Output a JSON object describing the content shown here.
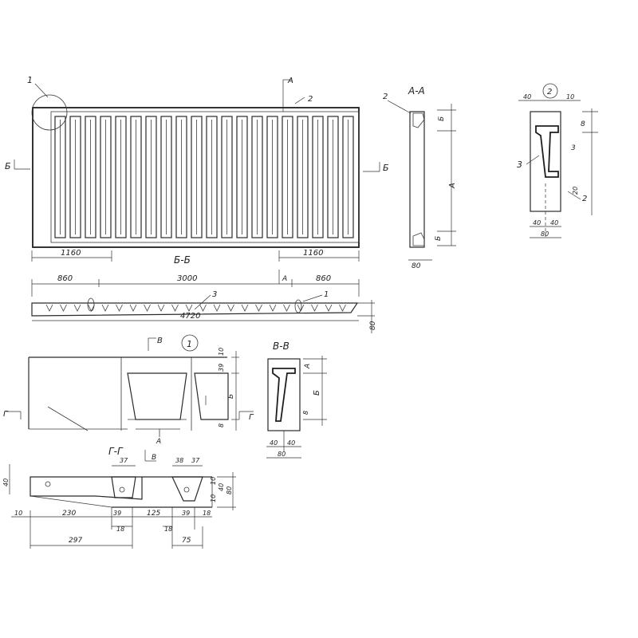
{
  "views": {
    "plan": {
      "dim_left": "1160",
      "dim_right": "1160",
      "section_title": "Б-Б",
      "cut_a": "А",
      "cut_b_left": "Б",
      "cut_b_right": "Б",
      "callout_1": "1",
      "callout_2": "2"
    },
    "section_aa": {
      "title": "А-А",
      "label_2": "2",
      "dim_top": "Б",
      "dim_mid": "А",
      "dim_bottom": "Б",
      "dim_width": "80"
    },
    "detail_2": {
      "title": "2",
      "dim_top_left": "40",
      "dim_top_right": "10",
      "dim_8": "8",
      "dim_3": "3",
      "dim_20": "20",
      "label_3": "3",
      "label_2": "2",
      "dim_40a": "40",
      "dim_40b": "40",
      "dim_80": "80"
    },
    "section_bb": {
      "dim_860_left": "860",
      "dim_3000": "3000",
      "dim_860_right": "860",
      "dim_4720": "4720",
      "dim_80": "80",
      "label_3": "3",
      "label_1": "1",
      "cut_a": "А"
    },
    "detail_1": {
      "cut_v": "В",
      "title": "1",
      "cut_g_left": "Г",
      "cut_g_right": "Г",
      "dim_10": "10",
      "dim_39": "39",
      "dim_b": "Б",
      "dim_8": "8",
      "dim_a": "А"
    },
    "section_vv": {
      "title": "В-В",
      "dim_a": "А",
      "dim_b": "Б",
      "dim_8": "8",
      "dim_40a": "40",
      "dim_40b": "40",
      "dim_80": "80"
    },
    "section_gg": {
      "title": "Г-Г",
      "cut_v": "В",
      "dim_40": "40",
      "dim_37a": "37",
      "dim_38": "38",
      "dim_37b": "37",
      "dim_10a": "10",
      "dim_40r": "40",
      "dim_80": "80",
      "dim_10b": "10",
      "dim_10left": "10",
      "dim_230": "230",
      "dim_39a": "39",
      "dim_125": "125",
      "dim_39b": "39",
      "dim_18a": "18",
      "dim_18b": "18",
      "dim_18c": "18",
      "dim_297": "297",
      "dim_75": "75"
    }
  }
}
